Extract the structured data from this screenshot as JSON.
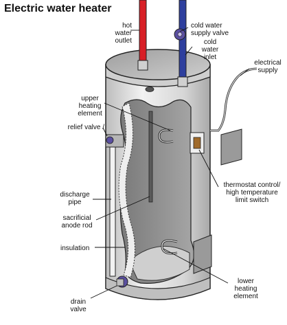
{
  "title": "Electric water heater",
  "labels": {
    "hot_water_outlet": "hot\nwater\noutlet",
    "cold_water_supply_valve": "cold water\nsupply valve",
    "cold_water_inlet": "cold\nwater\ninlet",
    "electrical_supply": "electrical\nsupply",
    "upper_heating_element": "upper\nheating\nelement",
    "relief_valve": "relief valve /",
    "discharge_pipe": "discharge\npipe",
    "sacrificial_anode_rod": "sacrificial\nanode rod",
    "insulation": "insulation",
    "thermostat": "thermostat control/\nhigh temperature\nlimit switch",
    "lower_heating_element": "lower\nheating\nelement",
    "drain_valve": "drain\nvalve"
  },
  "colors": {
    "hot_pipe": "#d81f26",
    "cold_pipe": "#2e3f9e",
    "tank_body": "#d9d9d9",
    "tank_inner": "#8c8c8c",
    "valve": "#5a4fa0"
  }
}
